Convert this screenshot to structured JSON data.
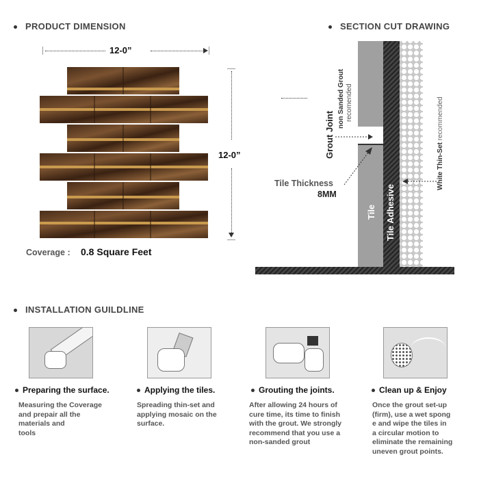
{
  "product_dimension": {
    "heading": "PRODUCT DIMENSION",
    "width_label": "12-0”",
    "height_label": "12-0”",
    "coverage_label": "Coverage :",
    "coverage_value": "0.8 Square Feet"
  },
  "section_cut": {
    "heading": "SECTION CUT DRAWING",
    "grout_joint": "Grout Joint",
    "grout_note_1": "non Sanded Grout",
    "grout_note_2": "recomended",
    "tile_thickness": "Tile Thickness",
    "thickness_value": "8MM",
    "tile": "Tile",
    "tile_adhesive": "Tile Adhesive",
    "thinset_1": "White Thin-Set",
    "thinset_2": "recommended"
  },
  "installation": {
    "heading": "INSTALLATION GUILDLINE",
    "steps": [
      {
        "title": "Preparing the surface.",
        "desc": "Measuring the Coverage\nand prepair all the\nmaterials and\ntools"
      },
      {
        "title": "Applying the tiles.",
        "desc": "Spreading thin-set and\napplying mosaic on the\nsurface."
      },
      {
        "title": "Grouting the joints.",
        "desc": "After allowing 24 hours of\ncure time, its time to finish\nwith the grout. We strongly\nrecommend that you use a\nnon-sanded grout"
      },
      {
        "title": "Clean up & Enjoy",
        "desc": "Once the grout set-up\n(firm), use a wet spong\ne and wipe the tiles in\n a circular motion to\neliminate the remaining\nuneven grout points."
      }
    ]
  }
}
